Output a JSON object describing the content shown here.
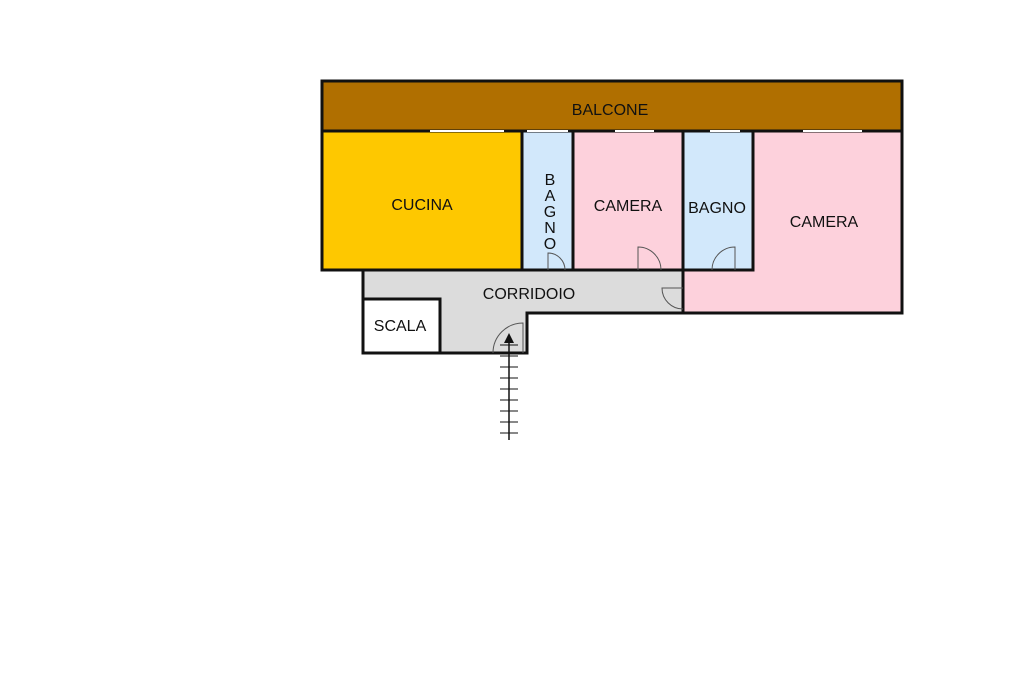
{
  "colors": {
    "balcone": "#b06f00",
    "cucina": "#fec800",
    "bagno": "#d2e8fb",
    "camera": "#fdd1dc",
    "corridoio": "#dcdcdc",
    "scala": "#ffffff",
    "wall": "#111111"
  },
  "rooms": {
    "balcone": "BALCONE",
    "cucina": "CUCINA",
    "bagno_small": "BAGNO",
    "camera_middle": "CAMERA",
    "bagno": "BAGNO",
    "camera_large": "CAMERA",
    "corridoio": "CORRIDOIO",
    "scala": "SCALA"
  },
  "icons": {
    "entrance": "entrance-arrow-icon"
  }
}
